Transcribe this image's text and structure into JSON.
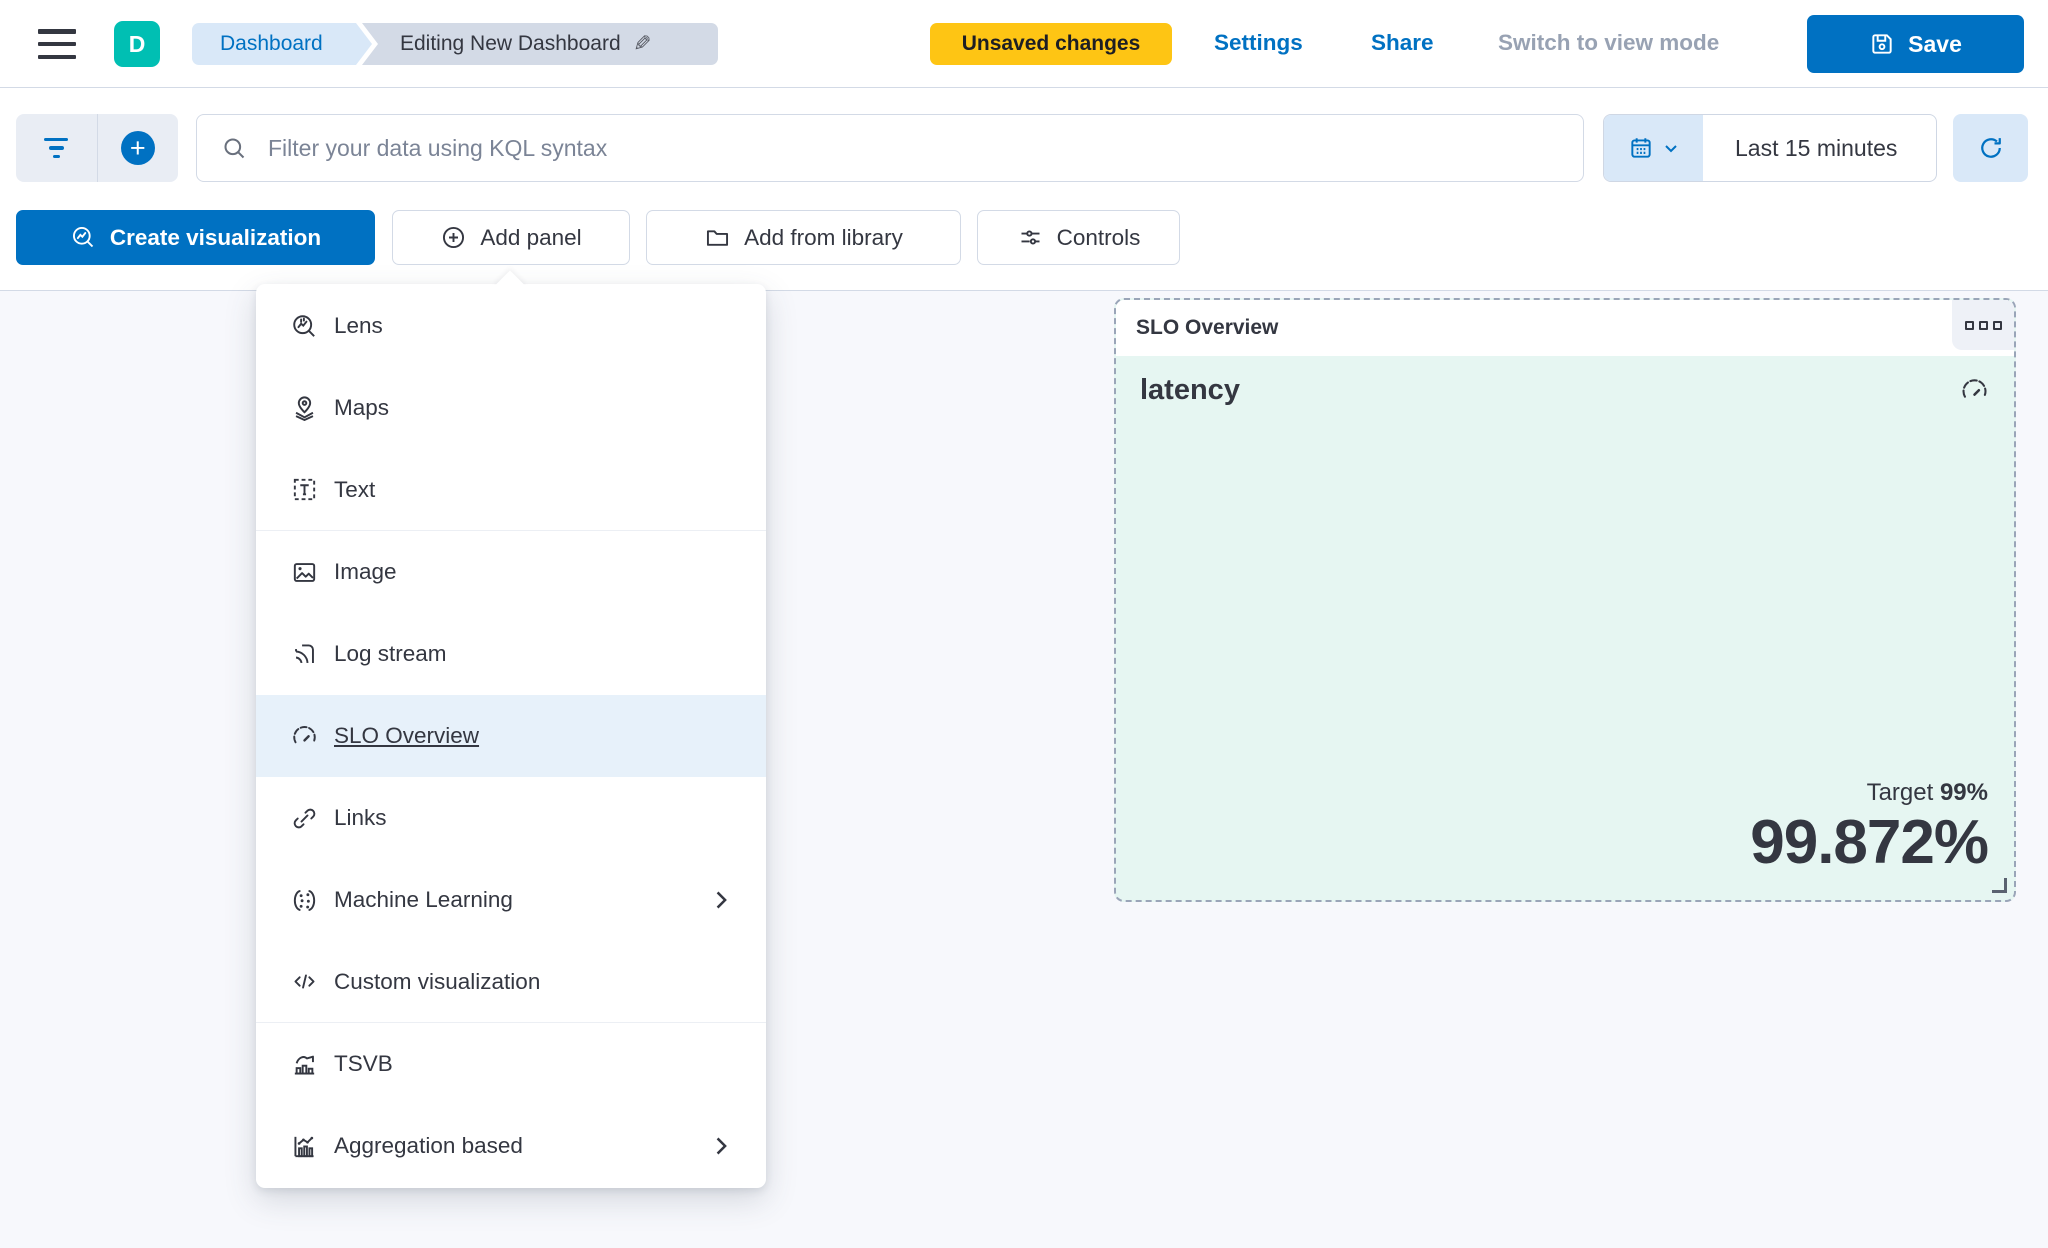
{
  "colors": {
    "accent": "#0071c2",
    "teal": "#00bfb3",
    "warning": "#fec514",
    "text": "#343741",
    "selection": "#e7f1fa",
    "mint": "#e6f6f2",
    "viewport": "#f7f8fc"
  },
  "header": {
    "avatar_letter": "D",
    "breadcrumbs": [
      {
        "label": "Dashboard"
      },
      {
        "label": "Editing New Dashboard"
      }
    ],
    "unsaved_badge": "Unsaved changes",
    "settings_label": "Settings",
    "share_label": "Share",
    "switch_view_label": "Switch to view mode",
    "save_label": "Save",
    "icons": [
      "menu-icon",
      "pencil-icon",
      "save-icon"
    ]
  },
  "search_bar": {
    "kql_placeholder": "Filter your data using KQL syntax",
    "time_range": "Last 15 minutes",
    "icons": [
      "filter-icon",
      "add-filter-icon",
      "search-icon",
      "calendar-icon",
      "chevron-down-icon",
      "refresh-icon"
    ]
  },
  "toolbar": {
    "create_visualization": "Create visualization",
    "add_panel": "Add panel",
    "add_from_library": "Add from library",
    "controls": "Controls",
    "icons": [
      "lens-icon",
      "plus-circle-icon",
      "folder-icon",
      "sliders-icon"
    ]
  },
  "add_panel_menu": {
    "items": [
      {
        "label": "Lens",
        "icon": "lens-icon",
        "selected": false,
        "has_submenu": false
      },
      {
        "label": "Maps",
        "icon": "maps-icon",
        "selected": false,
        "has_submenu": false
      },
      {
        "label": "Text",
        "icon": "text-icon",
        "selected": false,
        "has_submenu": false
      },
      {
        "label": "Image",
        "icon": "image-icon",
        "selected": false,
        "has_submenu": false
      },
      {
        "label": "Log stream",
        "icon": "log-stream-icon",
        "selected": false,
        "has_submenu": false
      },
      {
        "label": "SLO Overview",
        "icon": "gauge-icon",
        "selected": true,
        "has_submenu": false
      },
      {
        "label": "Links",
        "icon": "link-icon",
        "selected": false,
        "has_submenu": false
      },
      {
        "label": "Machine Learning",
        "icon": "machine-learning-icon",
        "selected": false,
        "has_submenu": true
      },
      {
        "label": "Custom visualization",
        "icon": "code-icon",
        "selected": false,
        "has_submenu": false
      },
      {
        "label": "TSVB",
        "icon": "tsvb-icon",
        "selected": false,
        "has_submenu": false
      },
      {
        "label": "Aggregation based",
        "icon": "aggregation-icon",
        "selected": false,
        "has_submenu": true
      }
    ]
  },
  "slo_panel": {
    "title": "SLO Overview",
    "name": "latency",
    "target_label": "Target",
    "target_value": "99%",
    "value": "99.872%",
    "icons": [
      "panel-options-icon",
      "gauge-icon",
      "resize-handle"
    ]
  }
}
